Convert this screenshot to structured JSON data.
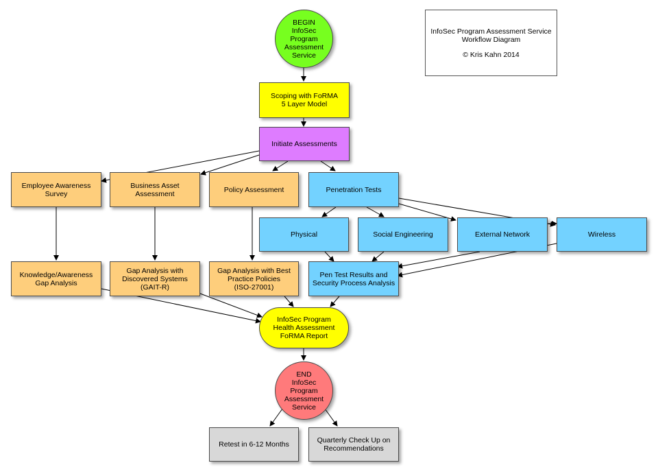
{
  "title_box": {
    "line1": "InfoSec Program Assessment Service",
    "line2": "Workflow Diagram",
    "line3": "© Kris Kahn 2014"
  },
  "nodes": {
    "begin": "BEGIN\nInfoSec\nProgram\nAssessment\nService",
    "scoping": "Scoping with FoRMA\n5 Layer Model",
    "initiate": "Initiate Assessments",
    "employee_awareness": "Employee Awareness\nSurvey",
    "business_asset": "Business Asset\nAssessment",
    "policy_assessment": "Policy Assessment",
    "penetration_tests": "Penetration Tests",
    "physical": "Physical",
    "social_engineering": "Social Engineering",
    "external_network": "External Network",
    "wireless": "Wireless",
    "knowledge_gap": "Knowledge/Awareness\nGap Analysis",
    "gap_discovered": "Gap Analysis with\nDiscovered Systems\n(GAIT-R)",
    "gap_best_practice": "Gap Analysis with Best\nPractice Policies\n(ISO-27001)",
    "pen_test_results": "Pen Test Results and\nSecurity Process Analysis",
    "health_report": "InfoSec Program\nHealth Assessment\nFoRMA Report",
    "end": "END\nInfoSec\nProgram\nAssessment\nService",
    "retest": "Retest in 6-12 Months",
    "quarterly": "Quarterly Check Up on\nRecommendations"
  },
  "colors": {
    "start": "#77ff1f",
    "scoping": "#ffff00",
    "initiate": "#de7cff",
    "assessment": "#fece7c",
    "pentest": "#73d2ff",
    "end": "#ff7a7b",
    "followup": "#d8d8d8"
  }
}
